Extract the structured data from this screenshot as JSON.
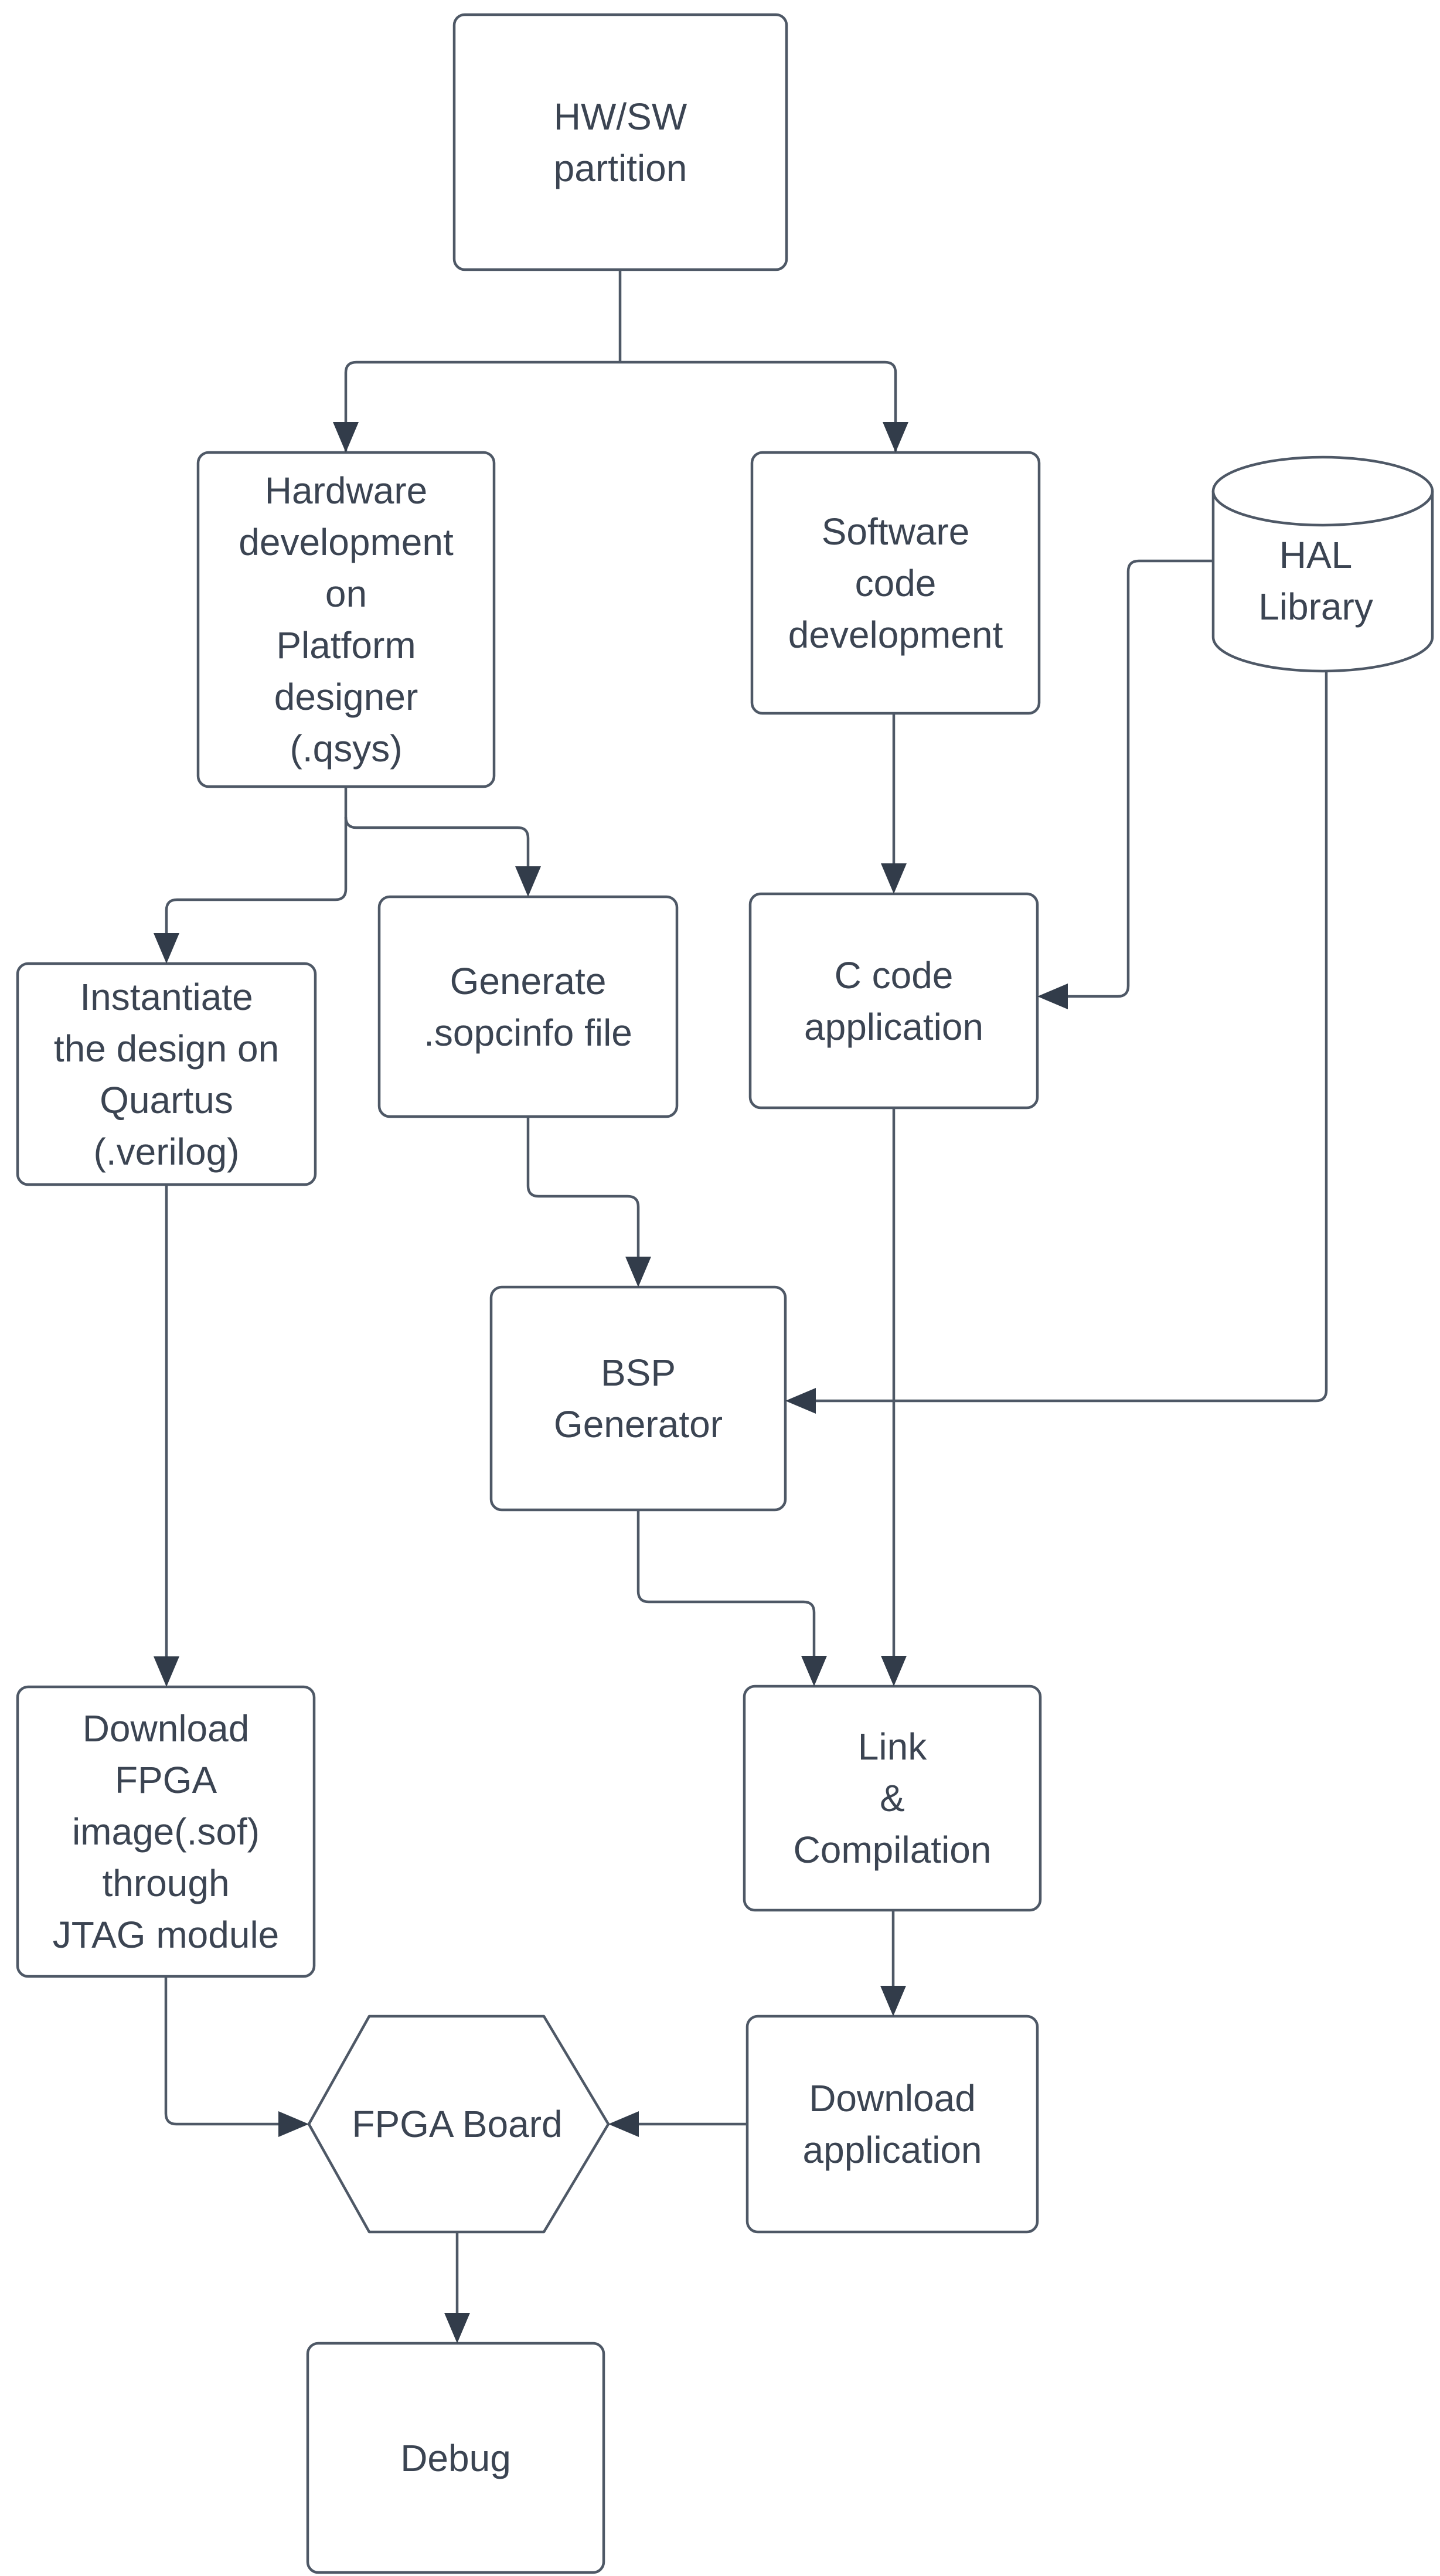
{
  "diagram": {
    "type": "flowchart",
    "colors": {
      "background": "#ffffff",
      "node_fill": "#ffffff",
      "node_border": "#4e5866",
      "line": "#4e5866",
      "arrowhead": "#323c4a",
      "text": "#3b4452"
    },
    "nodes": {
      "hw_sw_partition": {
        "label": "HW/SW\npartition",
        "shape": "rounded-rect"
      },
      "hardware_development": {
        "label": "Hardware\ndevelopment\non\nPlatform\ndesigner\n(.qsys)",
        "shape": "rounded-rect"
      },
      "software_code_development": {
        "label": "Software\ncode\ndevelopment",
        "shape": "rounded-rect"
      },
      "hal_library": {
        "label": "HAL\nLibrary",
        "shape": "cylinder"
      },
      "instantiate_design": {
        "label": "Instantiate\nthe design on\nQuartus\n(.verilog)",
        "shape": "rounded-rect"
      },
      "generate_sopcinfo": {
        "label": "Generate\n.sopcinfo file",
        "shape": "rounded-rect"
      },
      "c_code_application": {
        "label": "C code\napplication",
        "shape": "rounded-rect"
      },
      "bsp_generator": {
        "label": "BSP\nGenerator",
        "shape": "rounded-rect"
      },
      "link_compilation": {
        "label": "Link\n&\nCompilation",
        "shape": "rounded-rect"
      },
      "download_fpga_image": {
        "label": "Download\nFPGA\nimage(.sof)\nthrough\nJTAG module",
        "shape": "rounded-rect"
      },
      "download_application": {
        "label": "Download\napplication",
        "shape": "rounded-rect"
      },
      "fpga_board": {
        "label": "FPGA Board",
        "shape": "hexagon"
      },
      "debug": {
        "label": "Debug",
        "shape": "rounded-rect"
      }
    },
    "edges": [
      {
        "from": "hw_sw_partition",
        "to": "hardware_development"
      },
      {
        "from": "hw_sw_partition",
        "to": "software_code_development"
      },
      {
        "from": "hardware_development",
        "to": "instantiate_design"
      },
      {
        "from": "hardware_development",
        "to": "generate_sopcinfo"
      },
      {
        "from": "software_code_development",
        "to": "c_code_application"
      },
      {
        "from": "hal_library",
        "to": "c_code_application"
      },
      {
        "from": "hal_library",
        "to": "bsp_generator"
      },
      {
        "from": "generate_sopcinfo",
        "to": "bsp_generator"
      },
      {
        "from": "c_code_application",
        "to": "link_compilation"
      },
      {
        "from": "bsp_generator",
        "to": "link_compilation"
      },
      {
        "from": "link_compilation",
        "to": "download_application"
      },
      {
        "from": "download_application",
        "to": "fpga_board"
      },
      {
        "from": "instantiate_design",
        "to": "download_fpga_image"
      },
      {
        "from": "download_fpga_image",
        "to": "fpga_board"
      },
      {
        "from": "fpga_board",
        "to": "debug"
      }
    ]
  }
}
